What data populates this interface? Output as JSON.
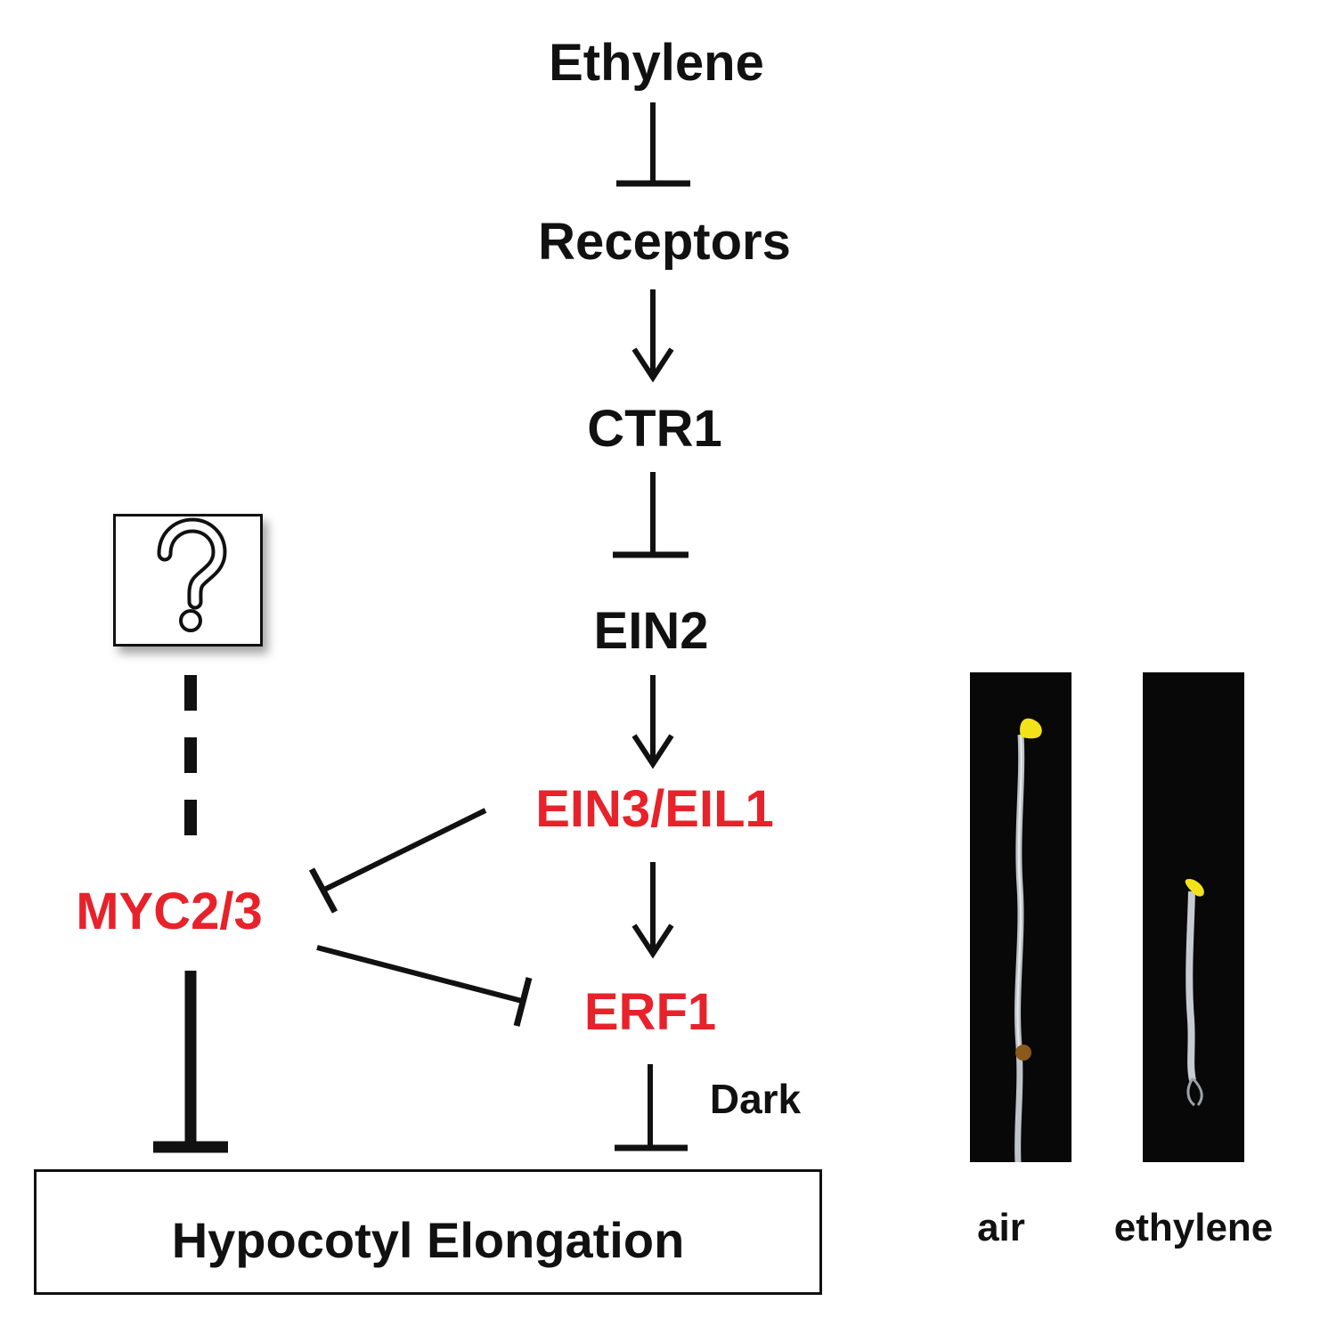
{
  "pathway": {
    "ethylene": "Ethylene",
    "receptors": "Receptors",
    "ctr1": "CTR1",
    "ein2": "EIN2",
    "ein3_eil1": "EIN3/EIL1",
    "erf1": "ERF1",
    "myc": "MYC2/3",
    "dark": "Dark",
    "unknown": "?",
    "output": "Hypocotyl Elongation"
  },
  "photos": {
    "air_label": "air",
    "ethylene_label": "ethylene"
  },
  "colors": {
    "black": "#111111",
    "red": "#e8222a",
    "photo_bg": "#080808",
    "cotyledon": "#f2e21a"
  }
}
